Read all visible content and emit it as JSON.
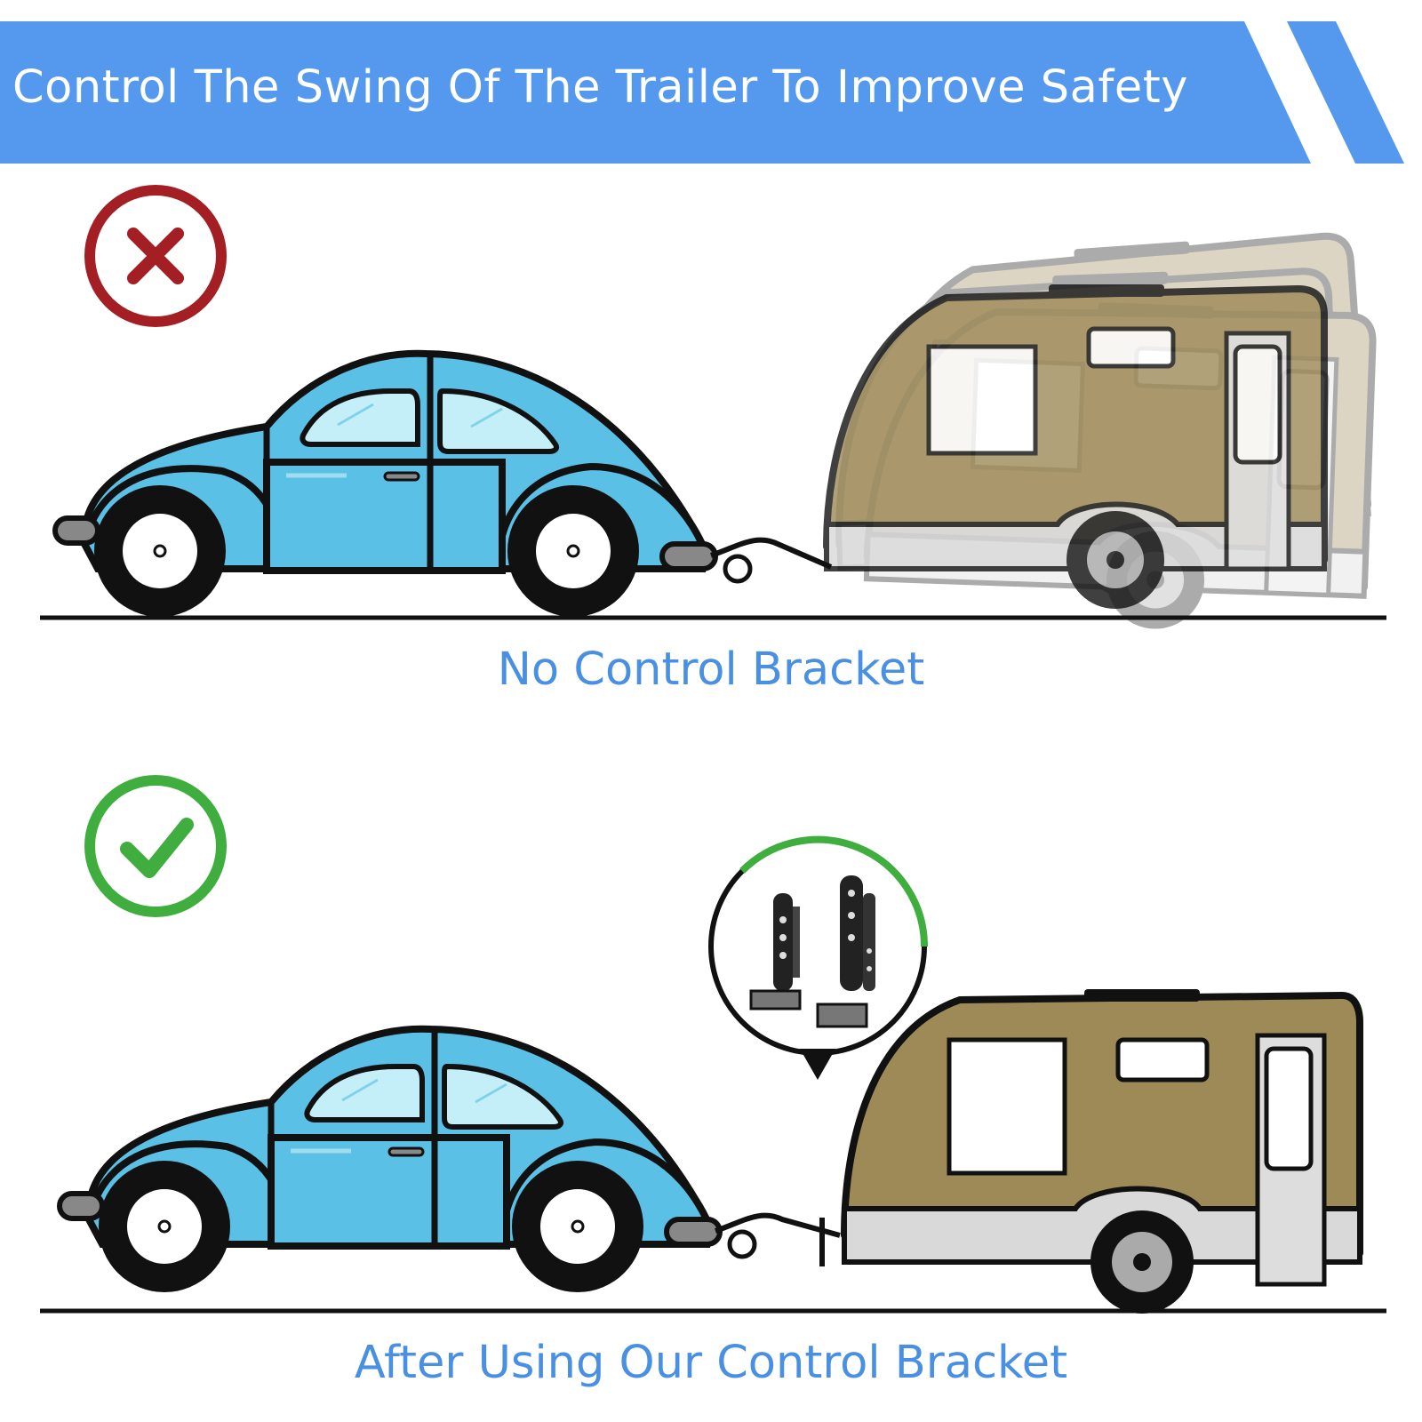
{
  "banner": {
    "title": "Control The Swing Of The Trailer To Improve Safety",
    "color": "#5599EE"
  },
  "top_scene": {
    "status_icon": "cross-icon",
    "caption": "No Control Bracket"
  },
  "bottom_scene": {
    "status_icon": "check-icon",
    "caption": "After Using Our Control Bracket",
    "callout_icon": "control-bracket-icon"
  },
  "colors": {
    "caption_text": "#4A90E2",
    "cross": "#A31F24",
    "check": "#3FAE3F",
    "car_body": "#5BC0E6",
    "car_window": "#C5EFF8",
    "trailer_body": "#9E8A57",
    "trailer_skirt": "#D9D9D9",
    "outline": "#111111"
  }
}
